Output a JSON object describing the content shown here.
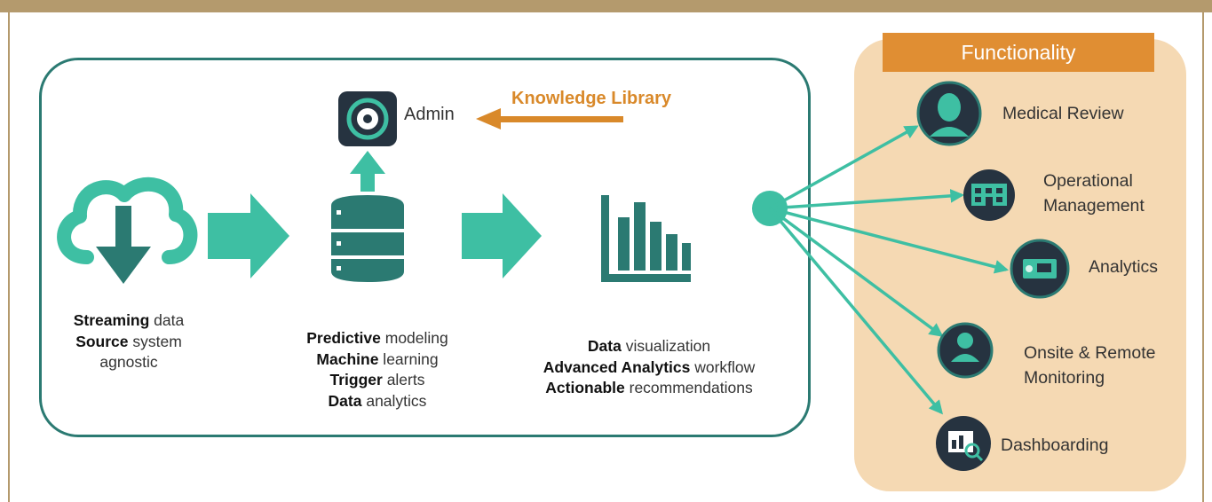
{
  "colors": {
    "teal": "#3ebfa3",
    "teal_dark": "#2b7a72",
    "navy": "#263340",
    "orange": "#e08e33",
    "panel": "#f5d9b3",
    "frame_gold": "#b49a6d"
  },
  "pipeline": {
    "stages": [
      {
        "icon": "cloud-download-icon",
        "lines": [
          {
            "bold": "Streaming",
            "rest": " data"
          },
          {
            "bold": "Source",
            "rest": " system"
          },
          {
            "bold": "",
            "rest": "agnostic"
          }
        ]
      },
      {
        "icon": "database-icon",
        "lines": [
          {
            "bold": "Predictive",
            "rest": " modeling"
          },
          {
            "bold": "Machine",
            "rest": " learning"
          },
          {
            "bold": "Trigger",
            "rest": " alerts"
          },
          {
            "bold": "Data",
            "rest": " analytics"
          }
        ]
      },
      {
        "icon": "bar-chart-icon",
        "lines": [
          {
            "bold": "Data",
            "rest": " visualization"
          },
          {
            "bold": "Advanced Analytics",
            "rest": " workflow"
          },
          {
            "bold": "Actionable",
            "rest": " recommendations"
          }
        ]
      }
    ],
    "admin": {
      "label": "Admin",
      "icon": "admin-gear-icon"
    },
    "knowledge_library": {
      "label": "Knowledge Library"
    }
  },
  "functionality": {
    "title": "Functionality",
    "items": [
      {
        "label_lines": [
          "Medical Review"
        ],
        "icon": "person-icon"
      },
      {
        "label_lines": [
          "Operational",
          "Management"
        ],
        "icon": "building-icon"
      },
      {
        "label_lines": [
          "Analytics"
        ],
        "icon": "screen-icon"
      },
      {
        "label_lines": [
          "Onsite & Remote",
          "Monitoring"
        ],
        "icon": "clinician-icon"
      },
      {
        "label_lines": [
          "Dashboarding"
        ],
        "icon": "dashboard-search-icon"
      }
    ]
  }
}
